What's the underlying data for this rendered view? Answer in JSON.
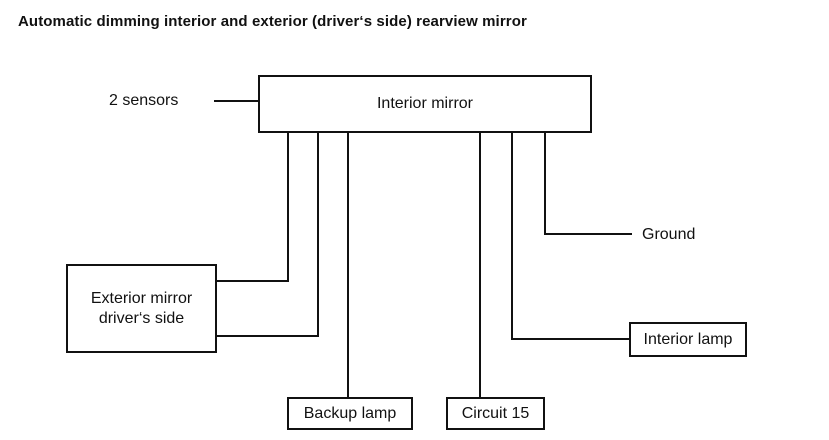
{
  "title": "Automatic dimming interior and exterior (driver‘s side) rearview mirror",
  "sensors_label": "2 sensors",
  "interior_mirror_label": "Interior mirror",
  "exterior_mirror_label": [
    "Exterior mirror",
    "driver‘s side"
  ],
  "ground_label": "Ground",
  "interior_lamp_label": "Interior lamp",
  "backup_lamp_label": "Backup lamp",
  "circuit_label": "Circuit 15",
  "line_color": "#111111"
}
